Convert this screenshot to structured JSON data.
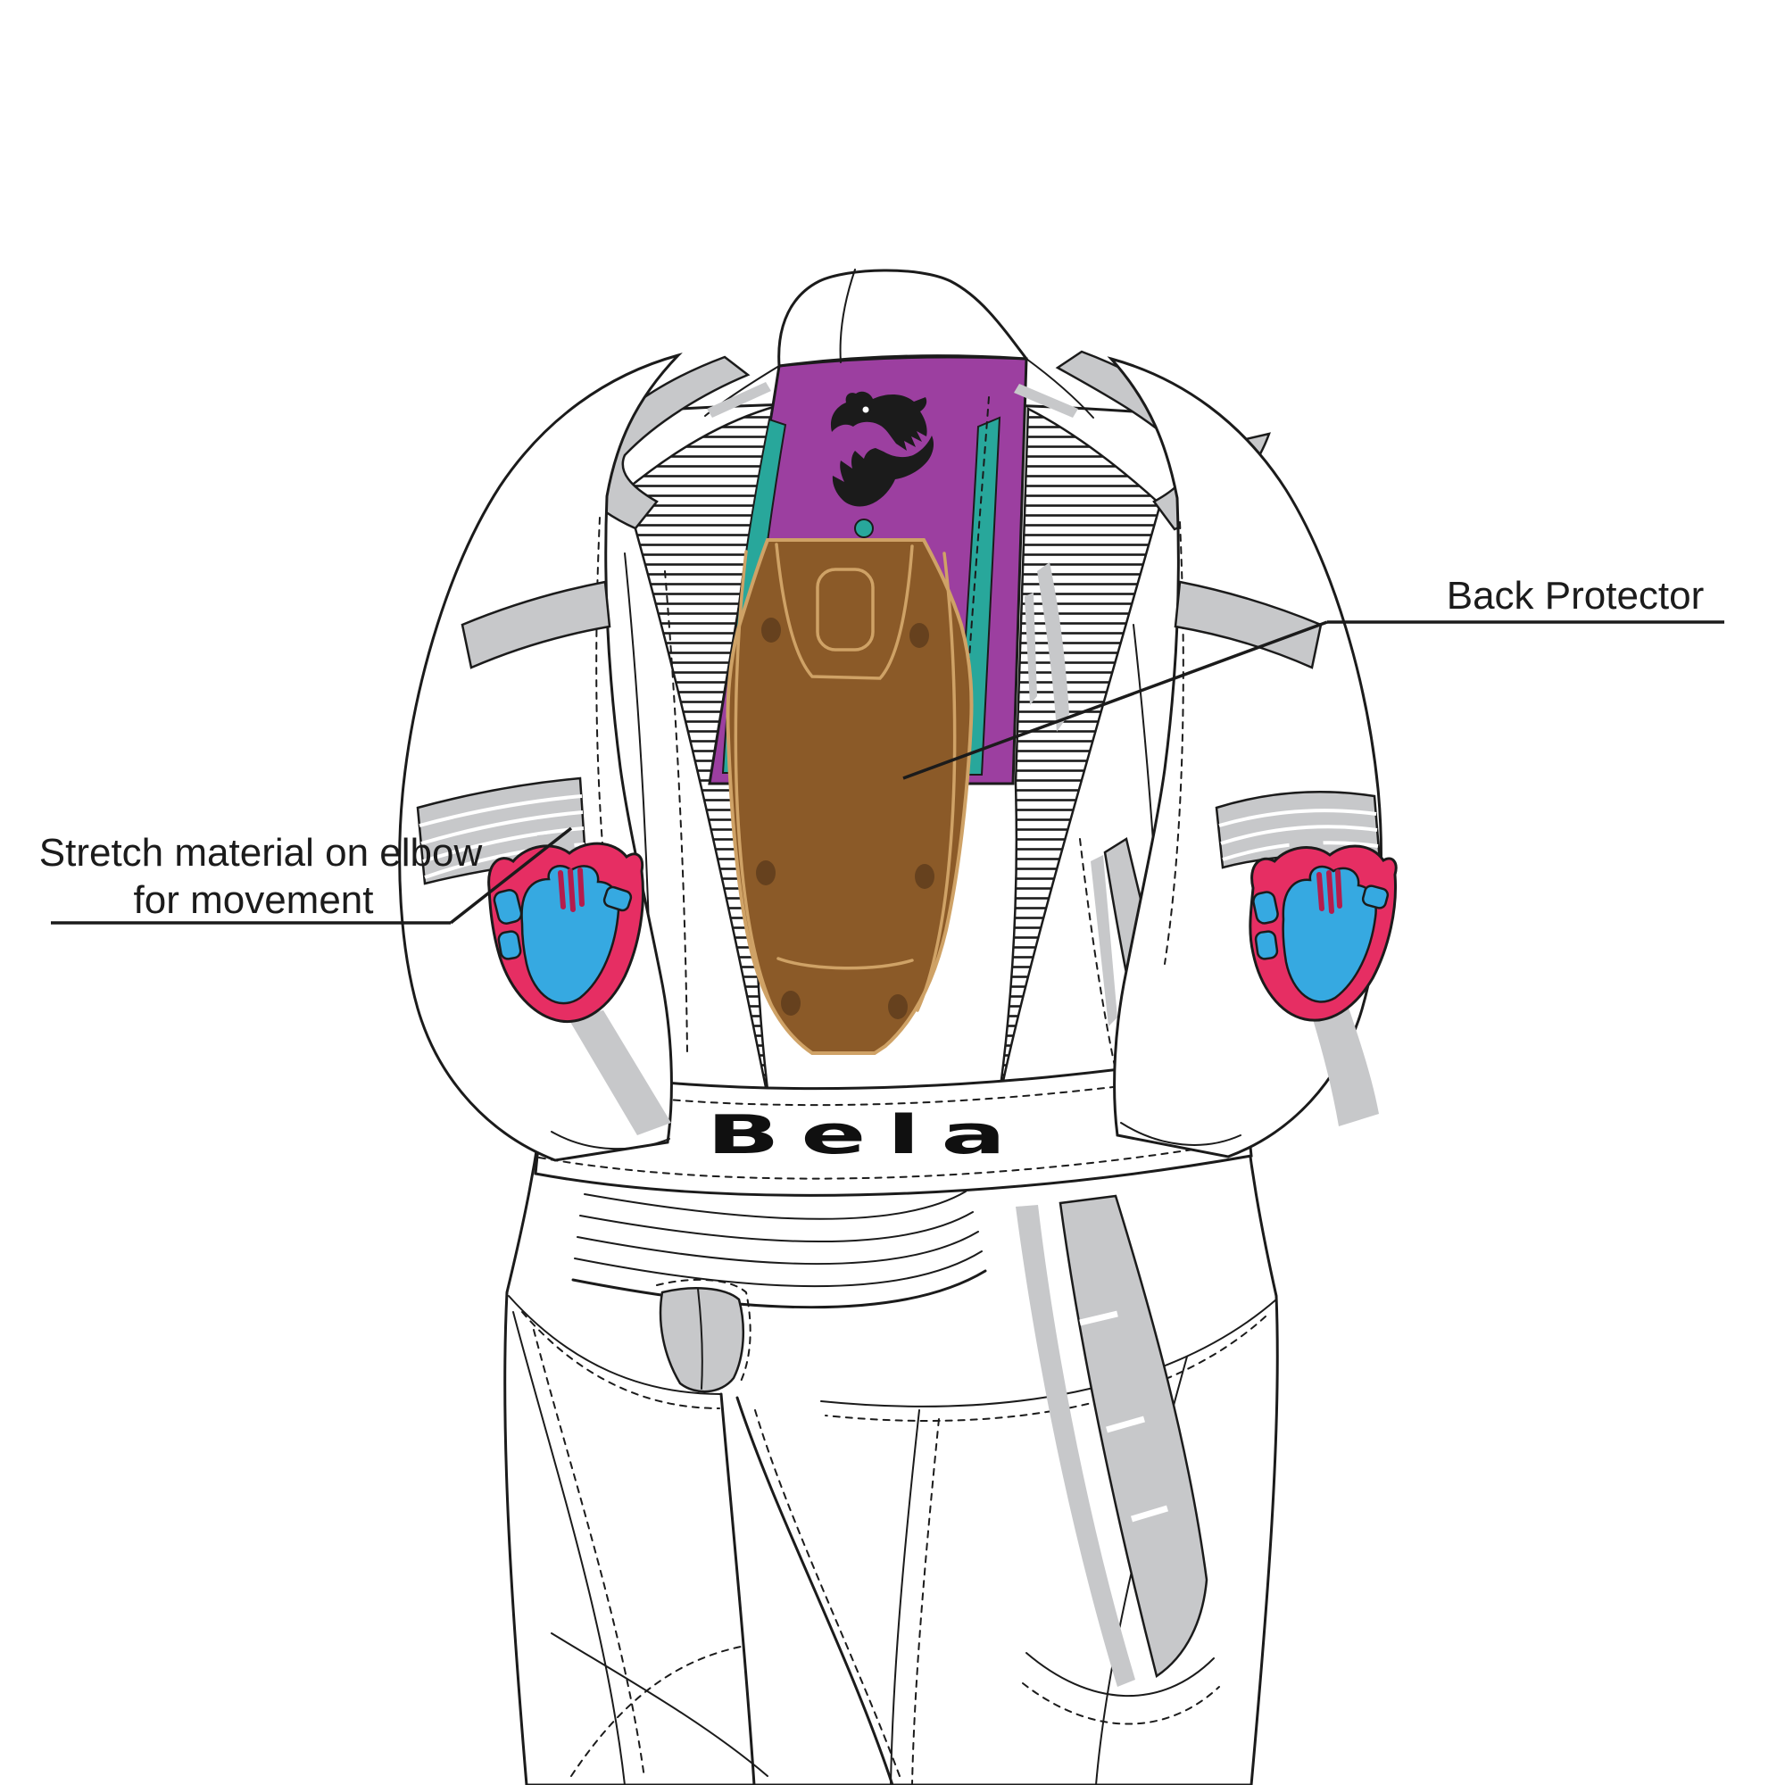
{
  "annotations": {
    "back_protector": {
      "label": "Back Protector"
    },
    "stretch_elbow": {
      "line1": "Stretch material on elbow",
      "line2": "for movement"
    }
  },
  "brand": {
    "logo_text": "Bela"
  },
  "icons": {
    "mascot": "roaring-bear-icon"
  },
  "colors": {
    "white": "#ffffff",
    "line": "#1b1b1b",
    "gray": "#c7c8ca",
    "purple": "#9c3fa0",
    "teal": "#28a79b",
    "brown": "#8b5a28",
    "brownline": "#cfa266",
    "rivet": "#5f3d1c",
    "pink": "#e62e63",
    "pinkdark": "#b51c4c",
    "blue": "#36a9e1"
  }
}
